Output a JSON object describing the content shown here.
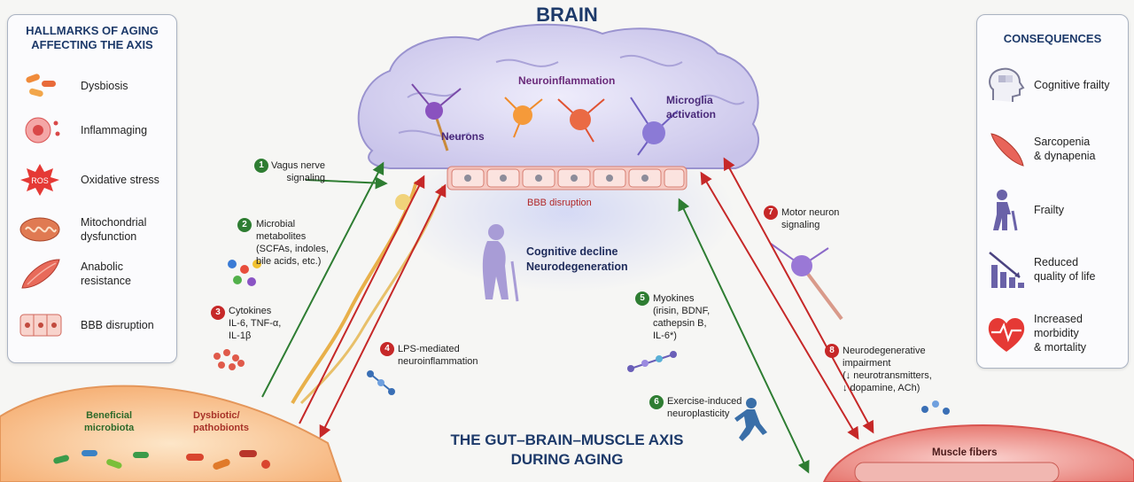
{
  "brain_title": "BRAIN",
  "brain_labels": {
    "neuroinflammation": "Neuroinflammation",
    "neurons": "Neurons",
    "microglia": "Microglia\nactivation",
    "bbb": "BBB disruption",
    "cognitive": "Cognitive decline\nNeurodegeneration"
  },
  "hallmarks": {
    "title": "HALLMARKS OF AGING\nAFFECTING THE AXIS",
    "items": [
      {
        "label": "Dysbiosis",
        "icon": "bacteria-icon"
      },
      {
        "label": "Inflammaging",
        "icon": "inflamed-cell-icon"
      },
      {
        "label": "Oxidative stress",
        "icon": "ros-burst-icon",
        "icon_text": "ROS"
      },
      {
        "label": "Mitochondrial\ndysfunction",
        "icon": "mitochondrion-icon"
      },
      {
        "label": "Anabolic resistance",
        "icon": "muscle-fiber-icon"
      },
      {
        "label": "BBB disruption",
        "icon": "bbb-barrier-icon"
      }
    ]
  },
  "consequences": {
    "title": "CONSEQUENCES",
    "items": [
      {
        "label": "Cognitive frailty",
        "icon": "head-puzzle-icon"
      },
      {
        "label": "Sarcopenia\n& dynapenia",
        "icon": "muscle-icon"
      },
      {
        "label": "Frailty",
        "icon": "elderly-person-icon"
      },
      {
        "label": "Reduced\nquality of life",
        "icon": "declining-chart-icon"
      },
      {
        "label": "Increased\nmorbidity\n& mortality",
        "icon": "heart-pulse-icon"
      }
    ]
  },
  "pathways": [
    {
      "num": "1",
      "label": "Vagus nerve\nsignaling",
      "color": "#2e7d32"
    },
    {
      "num": "2",
      "label": "Microbial\nmetabolites\n(SCFAs, indoles,\nbile acids, etc.)",
      "color": "#2e7d32"
    },
    {
      "num": "3",
      "label": "Cytokines\nIL-6, TNF-α,\nIL-1β",
      "color": "#c62828"
    },
    {
      "num": "4",
      "label": "LPS-mediated\nneuroinflammation",
      "color": "#c62828"
    },
    {
      "num": "5",
      "label": "Myokines\n(irisin, BDNF,\ncathepsin B,\nIL-6*)",
      "color": "#2e7d32"
    },
    {
      "num": "6",
      "label": "Exercise-induced\nneuroplasticity",
      "color": "#2e7d32"
    },
    {
      "num": "7",
      "label": "Motor neuron\nsignaling",
      "color": "#c62828"
    },
    {
      "num": "8",
      "label": "Neurodegenerative\nimpairment\n(↓ neurotransmitters,\n↓ dopamine, ACh)",
      "color": "#c62828"
    }
  ],
  "gut_labels": {
    "beneficial": "Beneficial\nmicrobiota",
    "dysbiotic": "Dysbiotic/\npathobionts"
  },
  "axis_title": "THE GUT–BRAIN–MUSCLE AXIS\nDURING AGING",
  "muscle_label": "Muscle fibers",
  "colors": {
    "navy": "#1d3a6a",
    "green": "#2e7d32",
    "red": "#c62828",
    "purple": "#5a2d82",
    "brain": "#dcd9f2"
  }
}
